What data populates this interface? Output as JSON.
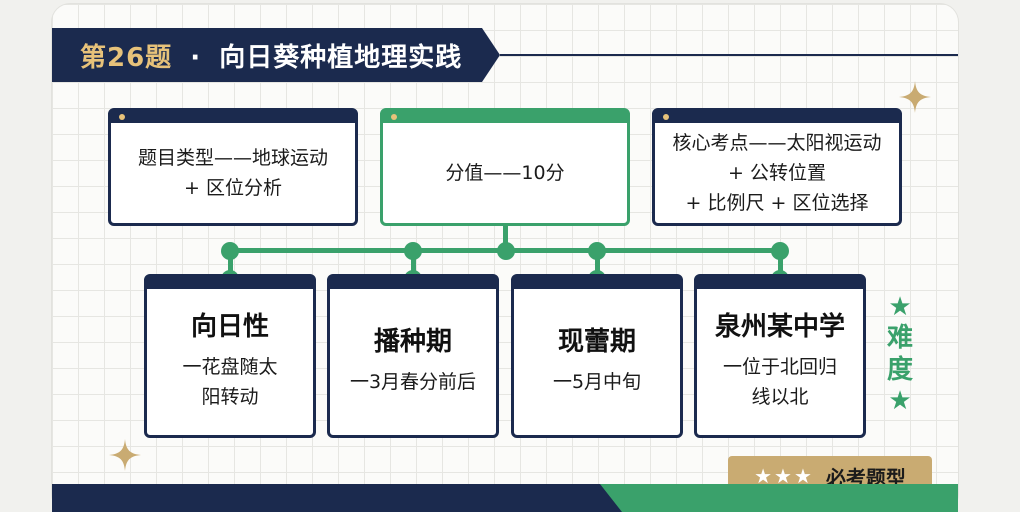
{
  "title": {
    "prefix": "第26题",
    "separator": "·",
    "main": "向日葵种植地理实践"
  },
  "top_boxes": [
    {
      "lines": [
        "题目类型——地球运动",
        "+ 区位分析"
      ]
    },
    {
      "lines": [
        "分值——10分"
      ]
    },
    {
      "lines": [
        "核心考点——太阳视运动",
        "+ 公转位置",
        "+ 比例尺 + 区位选择"
      ]
    }
  ],
  "bottom_boxes": [
    {
      "head": "向日性",
      "desc": [
        "一花盘随太",
        "阳转动"
      ]
    },
    {
      "head": "播种期",
      "desc": [
        "一3月春分前后"
      ]
    },
    {
      "head": "现蕾期",
      "desc": [
        "一5月中旬"
      ]
    },
    {
      "head": "泉州某中学",
      "desc": [
        "一位于北回归",
        "线以北"
      ]
    }
  ],
  "difficulty": {
    "star": "★",
    "chars": [
      "难",
      "度"
    ]
  },
  "badge": {
    "stars": "★★★",
    "label": "必考题型"
  },
  "colors": {
    "navy": "#1b2a4e",
    "green": "#3aa16b",
    "gold": "#c9ab72",
    "grid": "#e6e6e2"
  }
}
